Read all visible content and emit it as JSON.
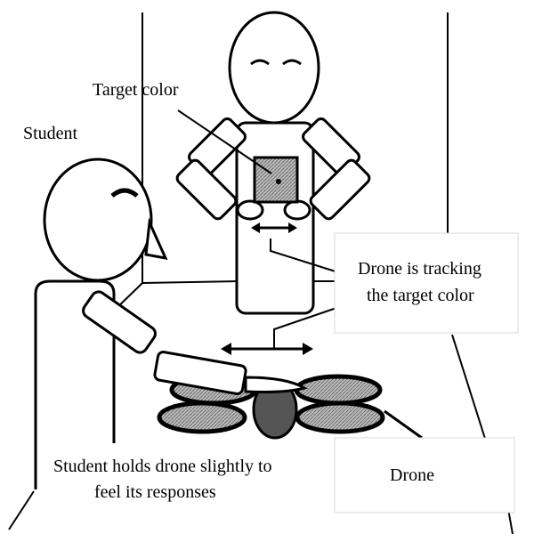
{
  "labels": {
    "target_color": "Target color",
    "student": "Student",
    "drone_tracking_line1": "Drone is tracking",
    "drone_tracking_line2": "the target color",
    "student_holds_line1": "Student holds drone slightly to",
    "student_holds_line2": "feel its responses",
    "drone": "Drone"
  },
  "colors": {
    "ink": "#000000",
    "hatch": "#9a9a9a",
    "drone_body": "#555555",
    "label_border": "#d9d9d9"
  }
}
